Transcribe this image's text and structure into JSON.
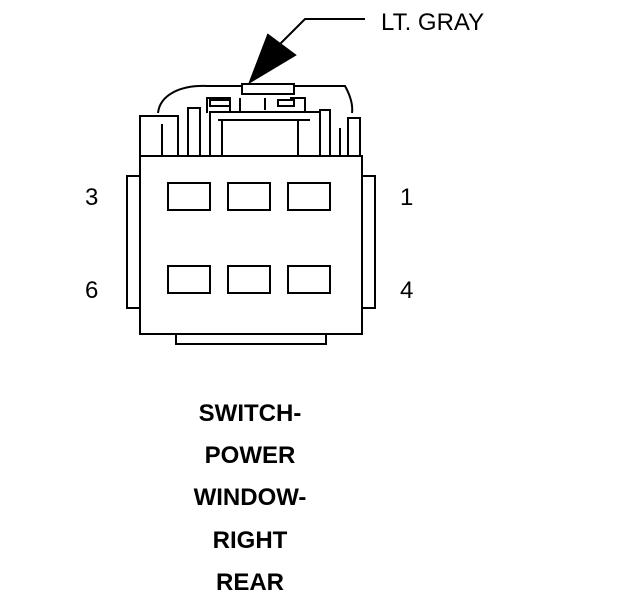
{
  "color_callout": "LT. GRAY",
  "pins": {
    "top_left": "3",
    "top_right": "1",
    "bottom_left": "6",
    "bottom_right": "4"
  },
  "title_lines": [
    "SWITCH-",
    "POWER",
    "WINDOW-",
    "RIGHT",
    "REAR"
  ]
}
